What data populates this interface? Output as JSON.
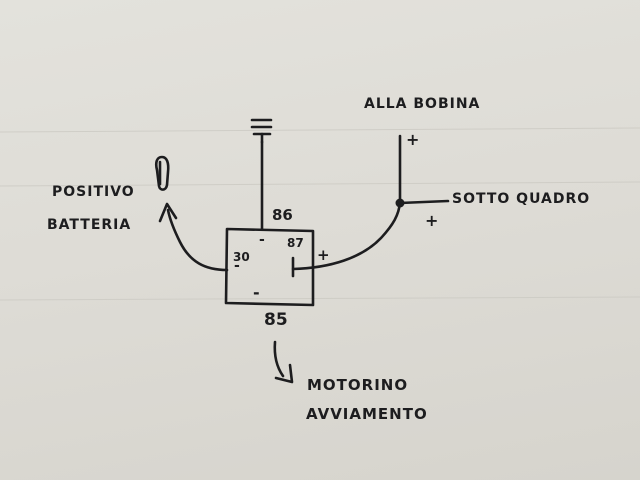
{
  "diagram": {
    "labels": {
      "top_right": "ALLA BOBINA",
      "left_line1": "POSITIVO",
      "left_line2": "BATTERIA",
      "right_mid": "SOTTO QUADRO",
      "bottom_line1": "MOTORINO",
      "bottom_line2": "AVVIAMENTO"
    },
    "pins": {
      "p86": "86",
      "p87": "87",
      "p30": "30",
      "p85": "85"
    },
    "signs": {
      "plus": "+",
      "minus": "-"
    },
    "ink_color": "#1d1d1f",
    "paper_color": "#e0dfd9"
  }
}
